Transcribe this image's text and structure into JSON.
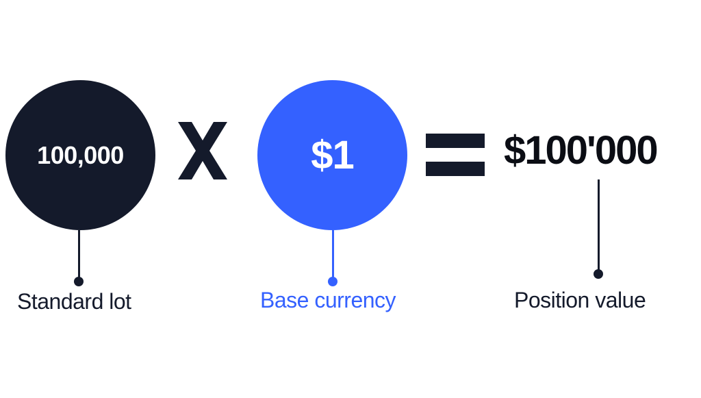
{
  "diagram": {
    "lot": {
      "value": "100,000",
      "label": "Standard lot",
      "color": "#141a2b"
    },
    "operator_times_icon": "multiply-icon",
    "base": {
      "value": "$1",
      "label": "Base currency",
      "color": "#3461ff"
    },
    "operator_equals_icon": "equals-icon",
    "result": {
      "value": "$100'000",
      "label": "Position value",
      "color": "#0b0d14"
    }
  }
}
